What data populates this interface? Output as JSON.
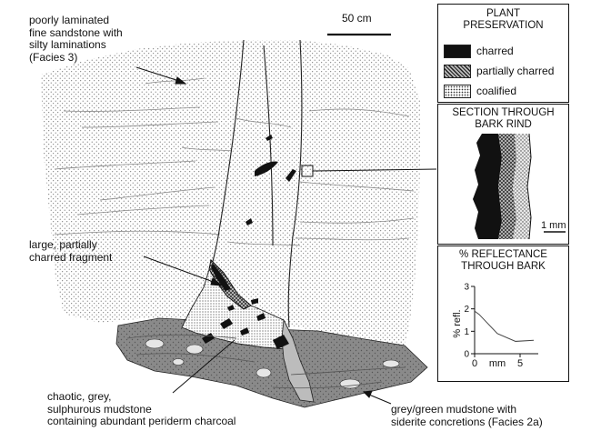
{
  "labels": {
    "facies3": [
      "poorly laminated",
      "fine sandstone with",
      "silty laminations",
      "(Facies 3)"
    ],
    "fragment": [
      "large, partially",
      "charred fragment"
    ],
    "mudstone": [
      "chaotic, grey,",
      "sulphurous mudstone",
      "containing abundant periderm charcoal"
    ],
    "facies2a": [
      "grey/green mudstone with",
      "siderite concretions (Facies 2a)"
    ],
    "scalebar": "50 cm"
  },
  "preservation": {
    "title": [
      "PLANT",
      "PRESERVATION"
    ],
    "items": [
      {
        "label": "charred",
        "style": "black"
      },
      {
        "label": "partially charred",
        "style": "crosshatch"
      },
      {
        "label": "coalified",
        "style": "stipple"
      }
    ]
  },
  "section": {
    "title": [
      "SECTION THROUGH",
      "BARK RIND"
    ],
    "scale": "1 mm"
  },
  "reflectance": {
    "title": [
      "% REFLECTANCE",
      "THROUGH BARK"
    ],
    "ylabel": "% refl.",
    "xlabel": "mm"
  },
  "chart_data": {
    "type": "line",
    "title": "% REFLECTANCE THROUGH BARK",
    "xlabel": "mm",
    "ylabel": "% refl.",
    "xlim": [
      0,
      7
    ],
    "ylim": [
      0,
      3
    ],
    "xticks": [
      "0",
      "5"
    ],
    "yticks": [
      "0",
      "1",
      "2",
      "3"
    ],
    "series": [
      {
        "x": [
          0,
          0.5,
          2.5,
          4.5,
          6.5
        ],
        "y": [
          1.9,
          1.75,
          0.9,
          0.55,
          0.6
        ]
      }
    ]
  }
}
